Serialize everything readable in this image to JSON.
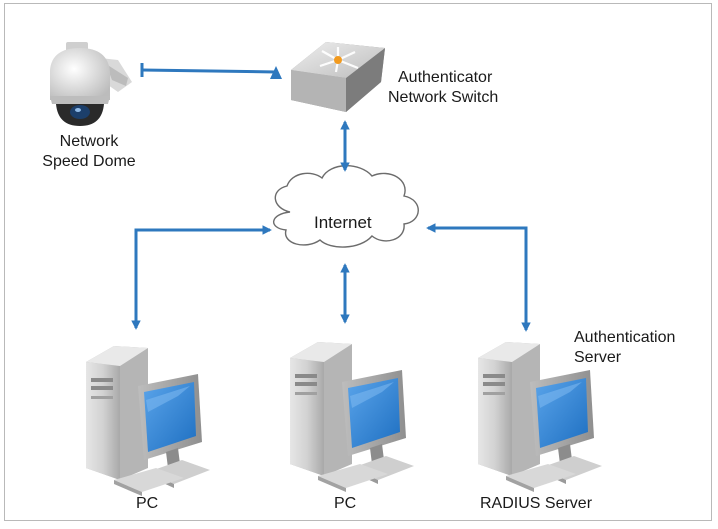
{
  "labels": {
    "dome_line1": "Network",
    "dome_line2": "Speed Dome",
    "switch_line1": "Authenticator",
    "switch_line2": "Network Switch",
    "cloud": "Internet",
    "auth_line1": "Authentication",
    "auth_line2": "Server",
    "pc1": "PC",
    "pc2": "PC",
    "radius": "RADIUS Server"
  },
  "colors": {
    "arrow": "#2e78be",
    "screen": "#3c8bd8",
    "tower": "#c9c9c9",
    "border": "#b9b9b9"
  },
  "icons": [
    "speed-dome-camera-icon",
    "network-switch-icon",
    "internet-cloud-icon",
    "pc-icon",
    "pc-icon",
    "radius-server-icon"
  ]
}
